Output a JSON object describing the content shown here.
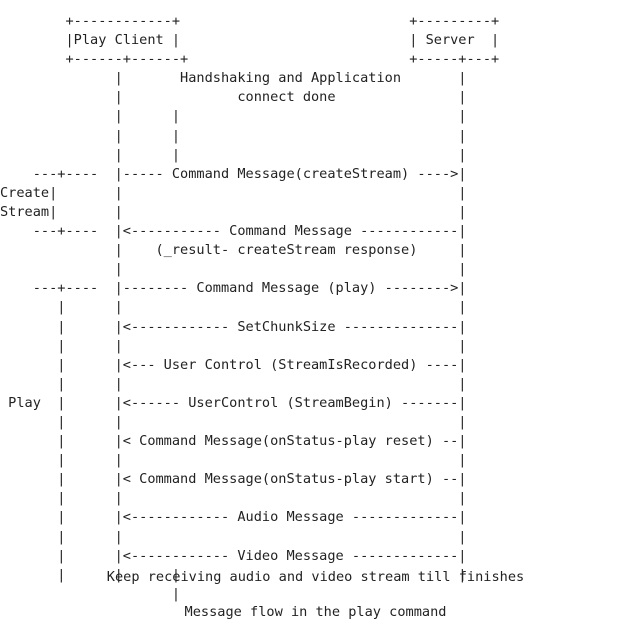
{
  "figure": {
    "title": "Message flow in the play command",
    "note": "Keep receiving audio and video stream till finishes",
    "text_color": "#222222",
    "background_color": "#ffffff",
    "type": "ascii-sequence-diagram"
  },
  "participants": [
    {
      "id": "client",
      "label": "Play Client",
      "box_top": "+------------+",
      "box_mid": "| Play Client |",
      "box_bottom": "+------+------+"
    },
    {
      "id": "server",
      "label": "Server",
      "box_top": "+---------+",
      "box_mid": "|  Server |",
      "box_bottom": "+-----+---+"
    }
  ],
  "phases": [
    {
      "id": "create-stream",
      "label_line_1": "Create",
      "label_line_2": "Stream",
      "bracket": "---+----"
    },
    {
      "id": "play",
      "label": "Play",
      "bracket": "---+----"
    }
  ],
  "annotations": [
    {
      "id": "handshake-note-line-1",
      "text": "Handshaking and Application"
    },
    {
      "id": "handshake-note-line-2",
      "text": "connect done"
    }
  ],
  "messages": [
    {
      "id": "command-message-createstream",
      "label": "Command Message(createStream)",
      "direction": "client-to-server",
      "phase": "create-stream"
    },
    {
      "id": "command-message-result",
      "label": "Command Message",
      "sublabel": "(_result- createStream response)",
      "direction": "server-to-client",
      "phase": "create-stream"
    },
    {
      "id": "command-message-play",
      "label": "Command Message (play)",
      "direction": "client-to-server",
      "phase": "play"
    },
    {
      "id": "set-chunk-size",
      "label": "SetChunkSize",
      "direction": "server-to-client",
      "phase": "play"
    },
    {
      "id": "user-control-streamisrecorded",
      "label": "User Control (StreamIsRecorded)",
      "direction": "server-to-client",
      "phase": "play"
    },
    {
      "id": "usercontrol-streambegin",
      "label": "UserControl (StreamBegin)",
      "direction": "server-to-client",
      "phase": "play"
    },
    {
      "id": "onstatus-play-reset",
      "label": "Command Message(onStatus-play reset)",
      "direction": "server-to-client",
      "phase": "play"
    },
    {
      "id": "onstatus-play-start",
      "label": "Command Message(onStatus-play start)",
      "direction": "server-to-client",
      "phase": "play"
    },
    {
      "id": "audio-message",
      "label": "Audio Message",
      "direction": "server-to-client",
      "phase": "play"
    },
    {
      "id": "video-message",
      "label": "Video Message",
      "direction": "server-to-client",
      "phase": "play"
    }
  ],
  "ascii_lines": [
    "        +------------+                    +---------+",
    "        | Play Client |                 |          |  Server |",
    "        +------+------+                    +-----+---+",
    "               |          Handshaking and Application        |",
    "               |               connect done                  |",
    "               |                    |                        |",
    "               |                    |                        |",
    "               |                    |                        |",
    "    ---+----   |------Command Message(createStream) ----->|",
    "Create|        |                                            |",
    "Stream|        |                                            |",
    "    ---+----   |<---------- Command Message --------------|",
    "               |      (_result- createStream response)      |",
    "               |                                            |",
    "    ---+----   |------ Command Message (play) ----------->|",
    "       |       |                                            |",
    "       |       |<----------   SetChunkSize --------------|",
    "       |       |                                            |",
    "       |       |<---- User Control (StreamIsRecorded) ----|",
    " Play  |       |                                            |",
    "       |       |<---- UserControl (StreamBegin) ----------|",
    "       |       |                                            |",
    "       |       |<--Command Message(onStatus-play reset) --|",
    "       |       |                                            |",
    "       |       |<--Command Message(onStatus-play start) --|",
    "       |       |                                            |",
    "       |       |<------------Audio Message---------------|",
    "       |       |                                            |",
    "       |       |<------------Video Message---------------|",
    "       |       |                    |                       |"
  ],
  "ascii_art": "        +------------+                      +---------+\n        | Play Client |                     |  Server |\n        +------+------+                      +-----+---+\n               |      Handshaking and Application      |\n               |            connect done               |\n               |             |                         |\n               |             |                         |\n               |             |                         |\n  ---+----   |------Command Message(createStream) ----->|\nCreate|      |                                          |\nStream|      |                                          |\n  ---+----   |<---------- Command Message --------------|\n             |      (_result- createStream response)    |\n             |                                          |\n  ---+----   |------ Command Message (play) ----------->|\n     |       |                                          |\n     |       |<----------   SetChunkSize --------------|\n     |       |                                          |\n     |       |<---- User Control (StreamIsRecorded) ----|\n Play |      |                                          |\n     |       |<---- UserControl (StreamBegin) ----------|\n     |       |                                          |\n     |       |<--Command Message(onStatus-play reset) --|\n     |       |                                          |\n     |       |<--Command Message(onStatus-play start) --|\n     |       |                                          |\n     |       |<------------Audio Message---------------|\n     |       |                                          |\n     |       |<------------Video Message---------------|\n     |       |             |                            |"
}
